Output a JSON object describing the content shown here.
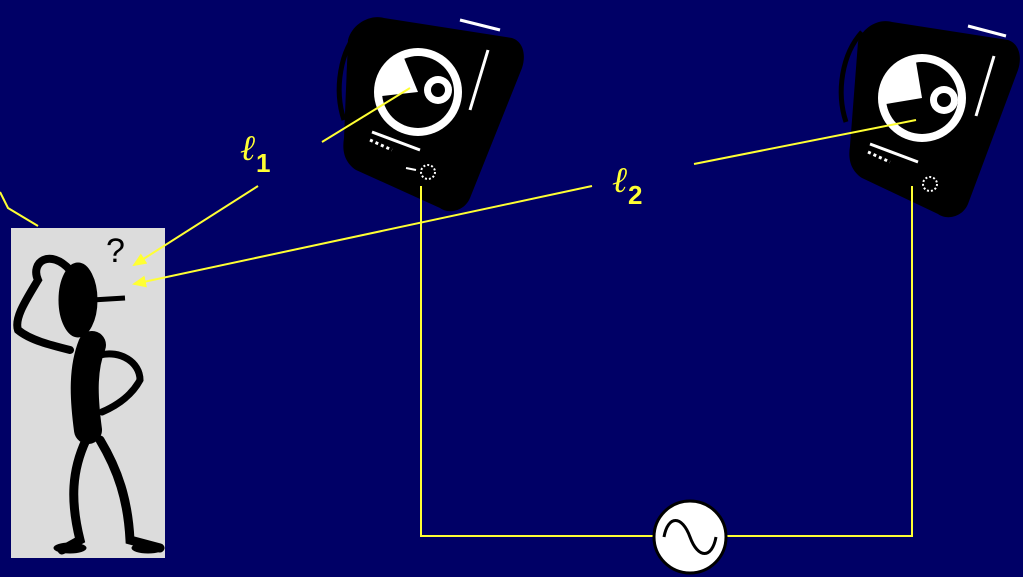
{
  "slide": {
    "background": "#000066",
    "line_color": "#ffff33",
    "labels": {
      "l1_symbol": "ℓ",
      "l1_subscript": "1",
      "l2_symbol": "ℓ",
      "l2_subscript": "2"
    },
    "listener": {
      "question_mark": "?",
      "panel_color": "#dcdcdc",
      "icon": "confused-person-icon"
    },
    "speakers": [
      {
        "name": "speaker-1",
        "icon": "speaker-icon"
      },
      {
        "name": "speaker-2",
        "icon": "speaker-icon"
      }
    ],
    "source": {
      "icon": "ac-source-icon"
    }
  }
}
